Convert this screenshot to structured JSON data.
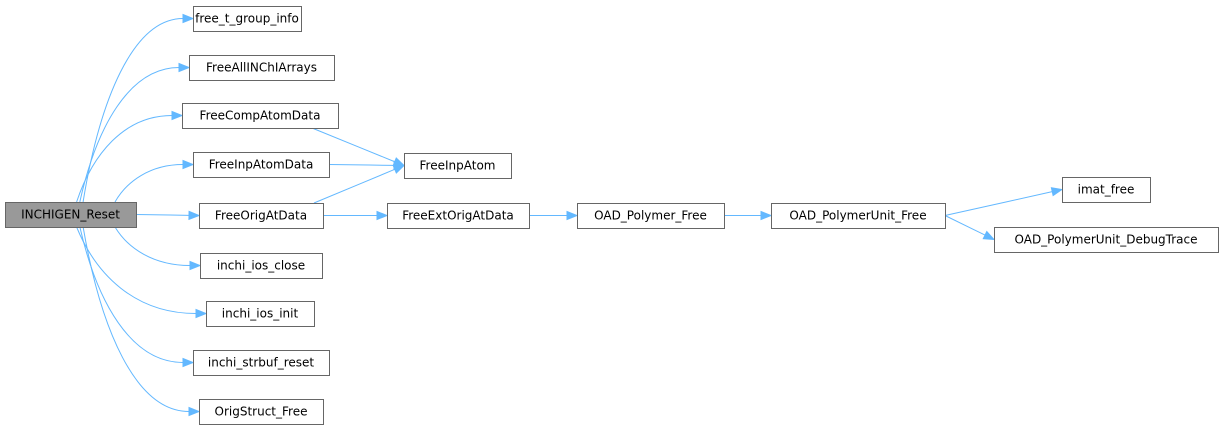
{
  "graph": {
    "root": "INCHIGEN_Reset",
    "nodes": [
      {
        "id": "INCHIGEN_Reset",
        "label": "INCHIGEN_Reset",
        "root": true
      },
      {
        "id": "free_t_group_info",
        "label": "free_t_group_info"
      },
      {
        "id": "FreeAllINChIArrays",
        "label": "FreeAllINChIArrays"
      },
      {
        "id": "FreeCompAtomData",
        "label": "FreeCompAtomData"
      },
      {
        "id": "FreeInpAtomData",
        "label": "FreeInpAtomData"
      },
      {
        "id": "FreeOrigAtData",
        "label": "FreeOrigAtData"
      },
      {
        "id": "inchi_ios_close",
        "label": "inchi_ios_close"
      },
      {
        "id": "inchi_ios_init",
        "label": "inchi_ios_init"
      },
      {
        "id": "inchi_strbuf_reset",
        "label": "inchi_strbuf_reset"
      },
      {
        "id": "OrigStruct_Free",
        "label": "OrigStruct_Free"
      },
      {
        "id": "FreeInpAtom",
        "label": "FreeInpAtom"
      },
      {
        "id": "FreeExtOrigAtData",
        "label": "FreeExtOrigAtData"
      },
      {
        "id": "OAD_Polymer_Free",
        "label": "OAD_Polymer_Free"
      },
      {
        "id": "OAD_PolymerUnit_Free",
        "label": "OAD_PolymerUnit_Free"
      },
      {
        "id": "imat_free",
        "label": "imat_free"
      },
      {
        "id": "OAD_PolymerUnit_DebugTrace",
        "label": "OAD_PolymerUnit_DebugTrace"
      }
    ],
    "edges": [
      {
        "from": "INCHIGEN_Reset",
        "to": "free_t_group_info"
      },
      {
        "from": "INCHIGEN_Reset",
        "to": "FreeAllINChIArrays"
      },
      {
        "from": "INCHIGEN_Reset",
        "to": "FreeCompAtomData"
      },
      {
        "from": "INCHIGEN_Reset",
        "to": "FreeInpAtomData"
      },
      {
        "from": "INCHIGEN_Reset",
        "to": "FreeOrigAtData"
      },
      {
        "from": "INCHIGEN_Reset",
        "to": "inchi_ios_close"
      },
      {
        "from": "INCHIGEN_Reset",
        "to": "inchi_ios_init"
      },
      {
        "from": "INCHIGEN_Reset",
        "to": "inchi_strbuf_reset"
      },
      {
        "from": "INCHIGEN_Reset",
        "to": "OrigStruct_Free"
      },
      {
        "from": "FreeCompAtomData",
        "to": "FreeInpAtom"
      },
      {
        "from": "FreeInpAtomData",
        "to": "FreeInpAtom"
      },
      {
        "from": "FreeOrigAtData",
        "to": "FreeInpAtom"
      },
      {
        "from": "FreeOrigAtData",
        "to": "FreeExtOrigAtData"
      },
      {
        "from": "FreeExtOrigAtData",
        "to": "OAD_Polymer_Free"
      },
      {
        "from": "OAD_Polymer_Free",
        "to": "OAD_PolymerUnit_Free"
      },
      {
        "from": "OAD_PolymerUnit_Free",
        "to": "imat_free"
      },
      {
        "from": "OAD_PolymerUnit_Free",
        "to": "OAD_PolymerUnit_DebugTrace"
      }
    ]
  },
  "colors": {
    "edge": "#63b8ff",
    "node_border": "#666666",
    "root_fill": "#999999",
    "node_fill": "#ffffff"
  }
}
